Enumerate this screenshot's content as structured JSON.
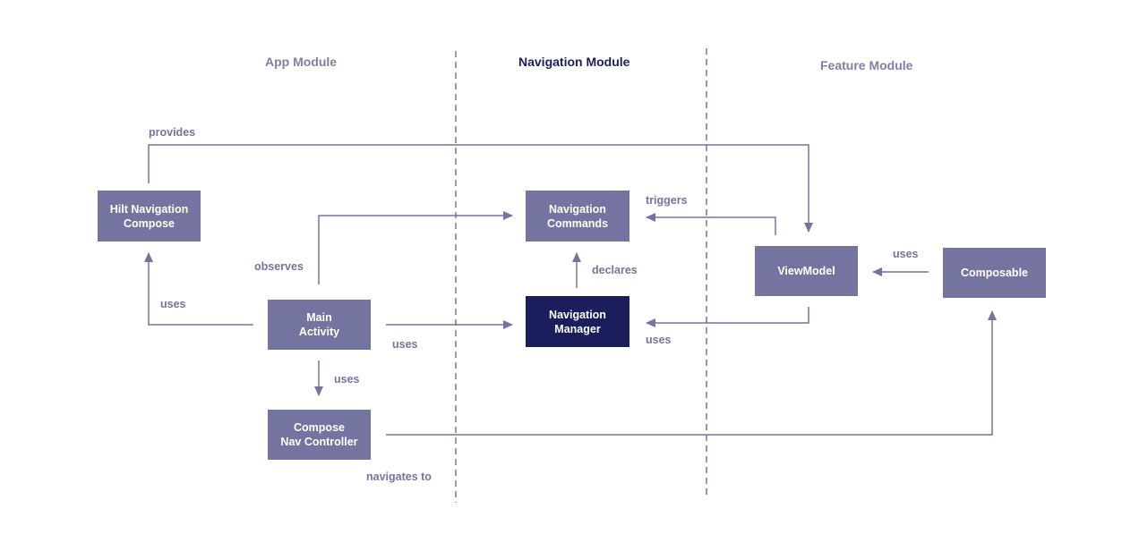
{
  "colors": {
    "node": "#7474a0",
    "node_highlight": "#1b1d5c",
    "line": "#7474a0",
    "heading": "#7e7fa6",
    "heading_highlight": "#1b1d5c"
  },
  "modules": {
    "app": "App Module",
    "navigation": "Navigation Module",
    "feature": "Feature Module"
  },
  "nodes": {
    "hilt": "Hilt Navigation\nCompose",
    "main_activity": "Main\nActivity",
    "compose_nav_controller": "Compose\nNav Controller",
    "navigation_commands": "Navigation\nCommands",
    "navigation_manager": "Navigation\nManager",
    "viewmodel": "ViewModel",
    "composable": "Composable"
  },
  "edge_labels": {
    "provides": "provides",
    "uses_hilt": "uses",
    "observes": "observes",
    "uses_manager": "uses",
    "uses_controller": "uses",
    "navigates_to": "navigates to",
    "declares": "declares",
    "triggers": "triggers",
    "uses_viewmodel_manager": "uses",
    "uses_composable_viewmodel": "uses"
  }
}
